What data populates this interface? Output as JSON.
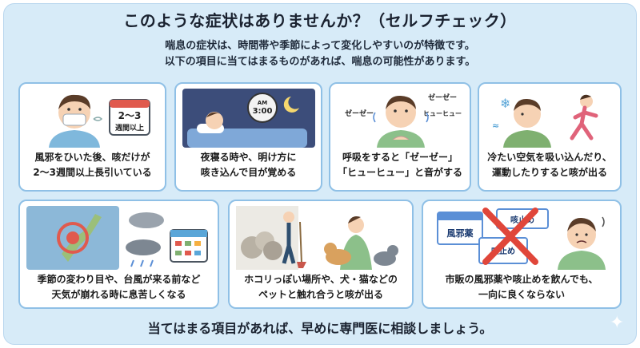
{
  "title": "このような症状はありませんか？（セルフチェック）",
  "intro": [
    "喘息の症状は、時間帯や季節によって変化しやすいのが特徴です。",
    "以下の項目に当てはまるものがあれば、喘息の可能性があります。"
  ],
  "cards": [
    {
      "icon": "cough-mask-calendar-icon",
      "badge": [
        "2〜3",
        "週間以上"
      ],
      "lines": [
        "風邪をひいた後、咳だけが",
        "2〜3週間以上長引いている"
      ]
    },
    {
      "icon": "night-cough-alarm-icon",
      "badge": [
        "AM",
        "3:00"
      ],
      "lines": [
        "夜寝る時や、明け方に",
        "咳き込んで目が覚める"
      ]
    },
    {
      "icon": "wheeze-breathing-icon",
      "badge": [
        "ゼーゼー",
        "ゼーゼー",
        "ヒューヒュー"
      ],
      "lines": [
        "呼吸をすると「ゼーゼー」",
        "「ヒューヒュー」と音がする"
      ]
    },
    {
      "icon": "cold-air-running-icon",
      "lines": [
        "冷たい空気を吸い込んだり、",
        "運動したりすると咳が出る"
      ]
    },
    {
      "icon": "weather-typhoon-icon",
      "lines": [
        "季節の変わり目や、台風が来る前など",
        "天気が崩れる時に息苦しくなる"
      ]
    },
    {
      "icon": "dust-pets-icon",
      "lines": [
        "ホコリっぽい場所や、犬・猫などの",
        "ペットと触れ合うと咳が出る"
      ]
    },
    {
      "icon": "medicine-not-working-icon",
      "badge": [
        "風邪薬",
        "咳止め",
        "咳止め"
      ],
      "lines": [
        "市販の風邪薬や咳止めを飲んでも、",
        "一向に良くならない"
      ]
    }
  ],
  "footer": "当てはまる項目があれば、早めに専門医に相談しましょう。"
}
